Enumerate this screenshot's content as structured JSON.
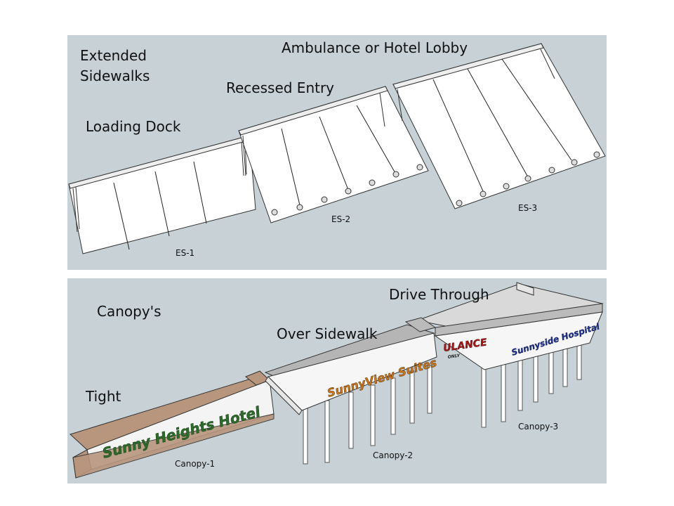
{
  "extended_sidewalks": {
    "heading_line1": "Extended",
    "heading_line2": "Sidewalks",
    "labels": {
      "loading_dock": "Loading Dock",
      "recessed_entry": "Recessed Entry",
      "ambulance_lobby": "Ambulance or Hotel Lobby"
    },
    "ids": {
      "es1": "ES-1",
      "es2": "ES-2",
      "es3": "ES-3"
    }
  },
  "canopies": {
    "heading": "Canopy's",
    "labels": {
      "tight": "Tight",
      "over_sidewalk": "Over Sidewalk",
      "drive_through": "Drive Through"
    },
    "ids": {
      "c1": "Canopy-1",
      "c2": "Canopy-2",
      "c3": "Canopy-3"
    },
    "signs": {
      "c1": "Sunny Heights Hotel",
      "c2": "SunnyView Suites",
      "c3_a": "ULANCE",
      "c3_a_small": "ONLY",
      "c3_b": "Sunnyside Hospital"
    },
    "colors": {
      "panel_bg": "#c7d1d6",
      "canopy1_trim": "#b8957d",
      "canopy1_sign": "#2e6b2a",
      "canopy2_sign": "#c8781e",
      "canopy3_sign_a": "#a01818",
      "canopy3_sign_b": "#1f2f8a"
    }
  }
}
